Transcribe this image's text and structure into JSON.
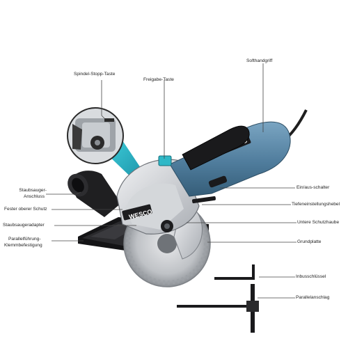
{
  "labels": {
    "spindle_lock": "Spindel-Stopp-Taste",
    "release": "Freigabe-Taste",
    "soft_grip": "Softhandgriff",
    "onoff": "Ein/aus-schalter",
    "depth_lever": "Tiefeneinstellungshebel",
    "lower_guard": "Untere Schutzhaube",
    "base_plate": "Grundplatte",
    "dust_port_1": "Staubsauger-",
    "dust_port_2": "Anschluss",
    "upper_guard": "Fester oberer Schutz",
    "dust_adapter": "Staubsaugeradapter",
    "parallel_clamp_1": "Parallelführung-",
    "parallel_clamp_2": "Klemmbefestigung",
    "hex_key": "Inbusschlüssel",
    "parallel_guide": "Parallelanschlag"
  },
  "brand": {
    "logo_text": "WESCO"
  },
  "colors": {
    "body_blue": "#5b87a6",
    "dark": "#1c1c1e",
    "teal_accent": "#2fb8c7",
    "silver": "#c9ccd0"
  }
}
